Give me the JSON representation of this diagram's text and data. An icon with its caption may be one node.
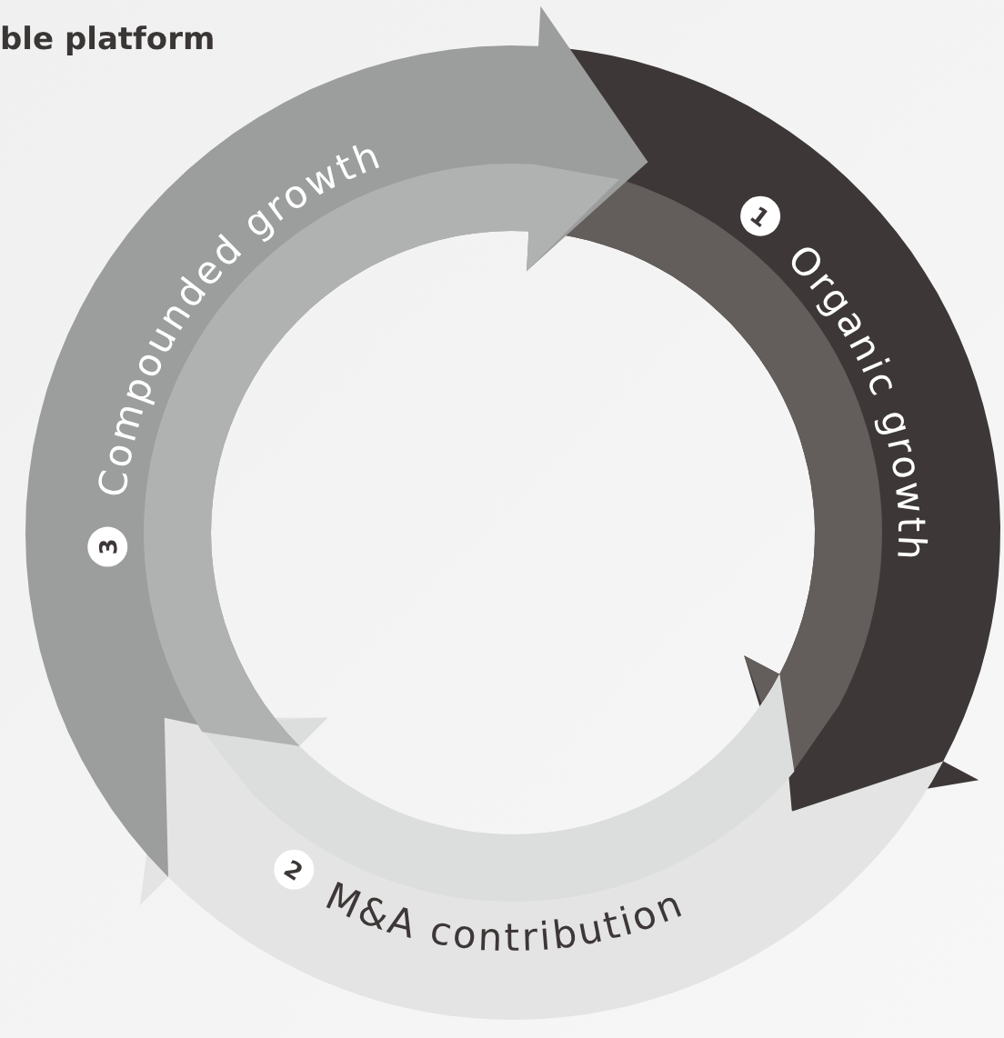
{
  "diagram": {
    "title": "ble platform",
    "nodes": [
      {
        "text": [
          "1",
          "Organic growth"
        ]
      },
      {
        "text": [
          "2",
          "M&A contribution"
        ]
      },
      {
        "text": [
          "3",
          "Compounded growth"
        ]
      }
    ]
  }
}
